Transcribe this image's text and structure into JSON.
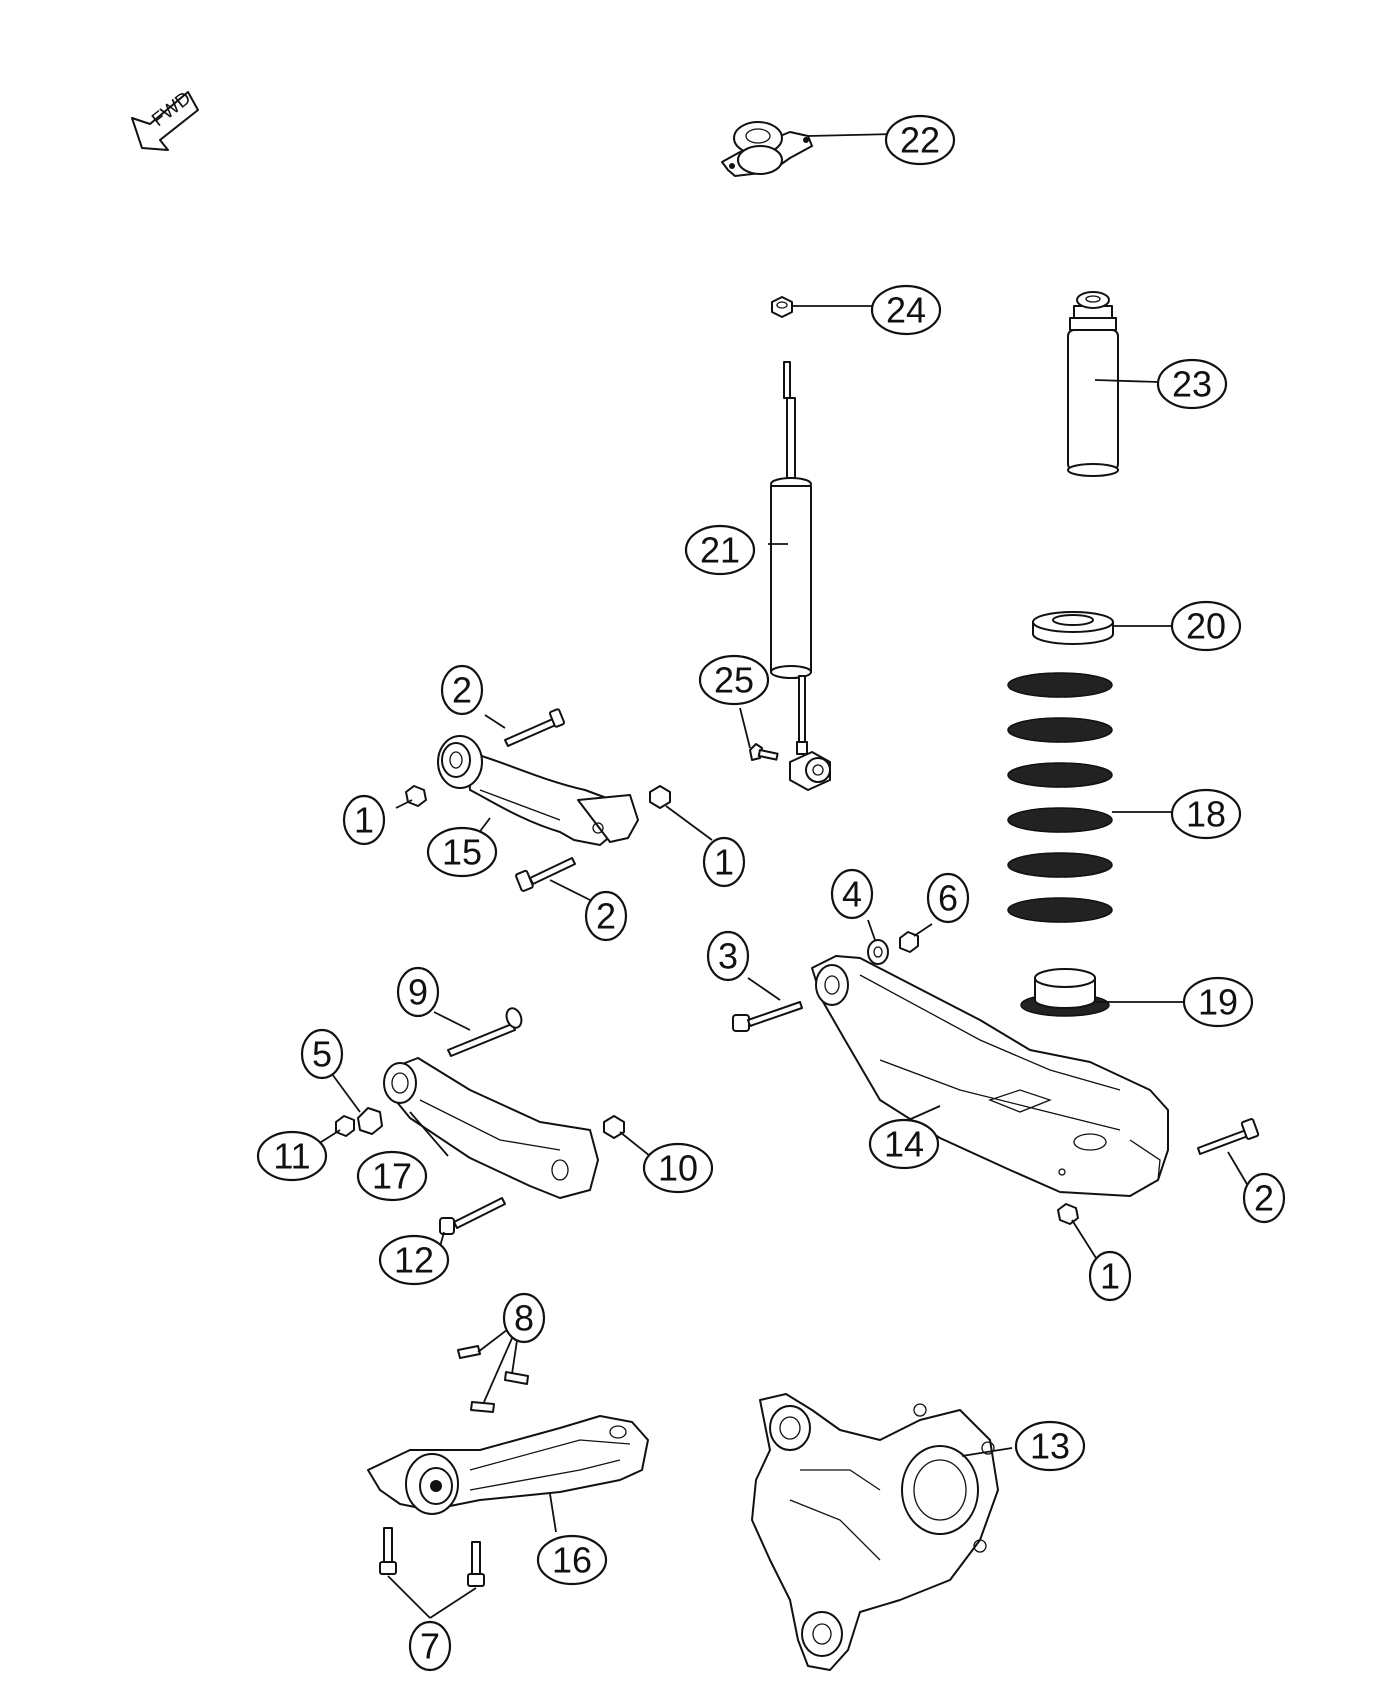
{
  "direction_marker": {
    "label": "FWD"
  },
  "callouts": {
    "c1a": "1",
    "c1b": "1",
    "c1c": "1",
    "c2a": "2",
    "c2b": "2",
    "c2c": "2",
    "c3": "3",
    "c4": "4",
    "c5": "5",
    "c6": "6",
    "c7": "7",
    "c8": "8",
    "c9": "9",
    "c10": "10",
    "c11": "11",
    "c12": "12",
    "c13": "13",
    "c14": "14",
    "c15": "15",
    "c16": "16",
    "c17": "17",
    "c18": "18",
    "c19": "19",
    "c20": "20",
    "c21": "21",
    "c22": "22",
    "c23": "23",
    "c24": "24",
    "c25": "25"
  }
}
